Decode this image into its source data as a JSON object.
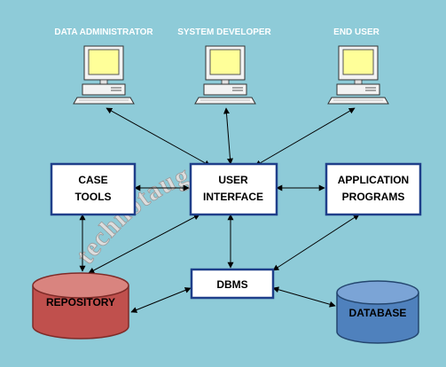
{
  "users": {
    "data_administrator": "DATA ADMINISTRATOR",
    "system_developer": "SYSTEM DEVELOPER",
    "end_user": "END USER"
  },
  "boxes": {
    "case_tools": [
      "CASE",
      "TOOLS"
    ],
    "user_interface": [
      "USER",
      "INTERFACE"
    ],
    "application_programs": [
      "APPLICATION",
      "PROGRAMS"
    ],
    "dbms": "DBMS"
  },
  "stores": {
    "repository": "REPOSITORY",
    "database": "DATABASE"
  },
  "watermark": "technotaugenes",
  "colors": {
    "background": "#8ecbd8",
    "repository": "#c0504d",
    "database": "#4f81bd",
    "monitor": "#ffff99"
  }
}
